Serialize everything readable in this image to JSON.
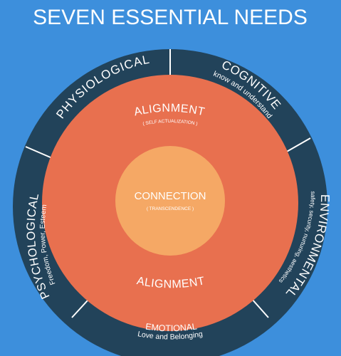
{
  "title": "SEVEN ESSENTIAL NEEDS",
  "outer_ring": {
    "segments": [
      {
        "id": "physiological",
        "label": "PHYSIOLOGICAL",
        "sublabel": ""
      },
      {
        "id": "cognitive",
        "label": "COGNITIVE",
        "sublabel": "know and understand"
      },
      {
        "id": "environmental",
        "label": "ENVIRONMENTAL",
        "sublabel": "safety, security, nurturing, aesthetics"
      },
      {
        "id": "emotional",
        "label": "EMOTIONAL",
        "sublabel": "Love and Belonging"
      },
      {
        "id": "psychological",
        "label": "PSYCHOLOGICAL",
        "sublabel": "Freedom, Power, Esteem"
      }
    ]
  },
  "middle_ring": {
    "top_label": "ALIGNMENT",
    "top_sublabel": "( SELF ACTUALIZATION )",
    "bottom_label": "ALIGNMENT"
  },
  "center": {
    "label": "CONNECTION",
    "sublabel": "( TRANSCENDENCE )"
  },
  "colors": {
    "background": "#3d8fdc",
    "outer_ring": "#22435a",
    "middle_ring": "#e8704f",
    "center": "#f5a865",
    "text": "#ffffff",
    "divider": "#ffffff"
  }
}
